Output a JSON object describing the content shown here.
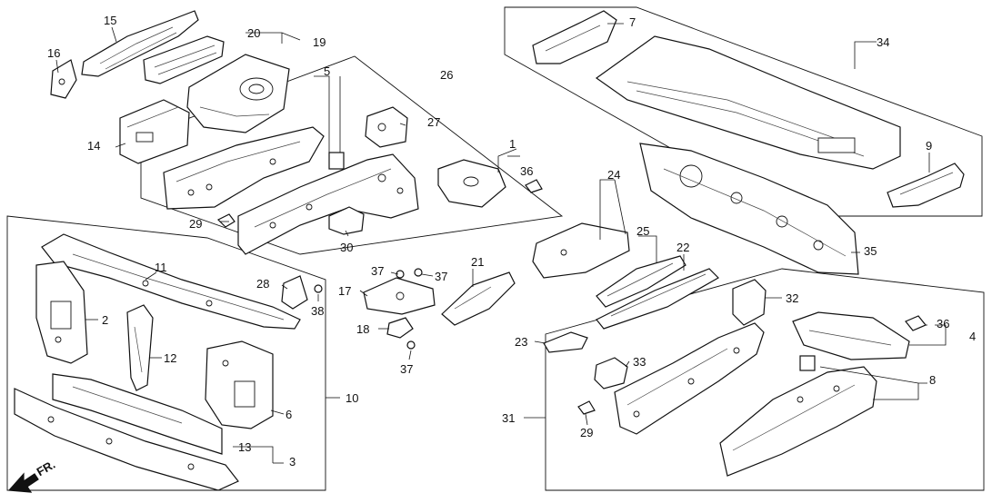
{
  "diagram": {
    "direction_label": "FR.",
    "callouts": {
      "c1": "1",
      "c2": "2",
      "c3": "3",
      "c4": "4",
      "c5": "5",
      "c6": "6",
      "c7": "7",
      "c8": "8",
      "c9": "9",
      "c10": "10",
      "c11": "11",
      "c12": "12",
      "c13": "13",
      "c14": "14",
      "c15": "15",
      "c16": "16",
      "c17": "17",
      "c18": "18",
      "c19": "19",
      "c20": "20",
      "c21": "21",
      "c22": "22",
      "c23": "23",
      "c24": "24",
      "c25": "25",
      "c26": "26",
      "c27": "27",
      "c28": "28",
      "c29a": "29",
      "c29b": "29",
      "c30": "30",
      "c31": "31",
      "c32": "32",
      "c33": "33",
      "c34": "34",
      "c35": "35",
      "c36a": "36",
      "c36b": "36",
      "c37a": "37",
      "c37b": "37",
      "c37c": "37",
      "c38": "38"
    }
  }
}
